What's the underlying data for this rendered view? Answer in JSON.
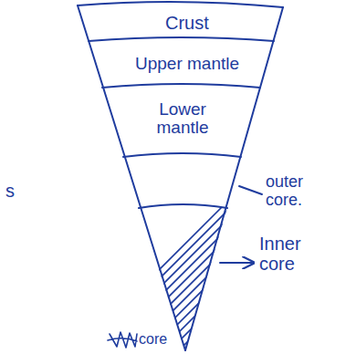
{
  "diagram": {
    "nodes": [
      {
        "text": [
          "Crust"
        ]
      },
      {
        "text": [
          "Upper mantle"
        ]
      },
      {
        "text": [
          "Lower mantle"
        ]
      }
    ],
    "labels": [
      "outer core.",
      "Inner core",
      "s",
      "core"
    ]
  }
}
